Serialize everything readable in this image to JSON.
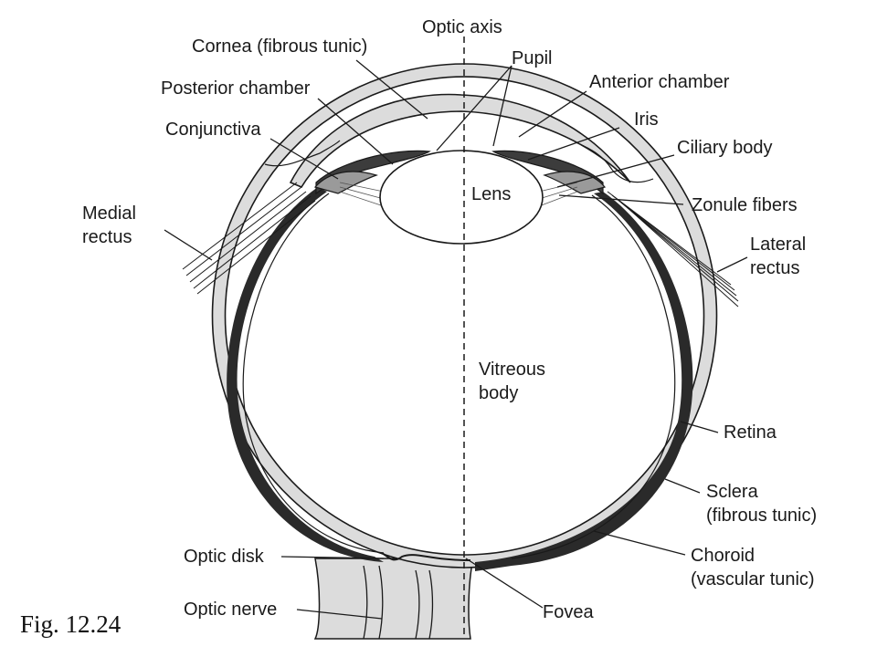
{
  "figure_label": "Fig. 12.24",
  "labels": {
    "optic_axis": "Optic axis",
    "cornea": "Cornea (fibrous tunic)",
    "pupil": "Pupil",
    "posterior_chamber": "Posterior chamber",
    "anterior_chamber": "Anterior chamber",
    "iris": "Iris",
    "conjunctiva": "Conjunctiva",
    "ciliary_body": "Ciliary body",
    "lens": "Lens",
    "zonule_fibers": "Zonule fibers",
    "medial_rectus": [
      "Medial",
      "rectus"
    ],
    "lateral_rectus": [
      "Lateral",
      "rectus"
    ],
    "vitreous_body": [
      "Vitreous",
      "body"
    ],
    "retina": "Retina",
    "sclera": [
      "Sclera",
      "(fibrous tunic)"
    ],
    "choroid": [
      "Choroid",
      "(vascular tunic)"
    ],
    "optic_disk": "Optic disk",
    "optic_nerve": "Optic nerve",
    "fovea": "Fovea"
  },
  "colors": {
    "tissue": "#dcdcdc",
    "choroid": "#2a2a2a",
    "iris": "#3c3c3c",
    "line": "#1a1a1a"
  }
}
